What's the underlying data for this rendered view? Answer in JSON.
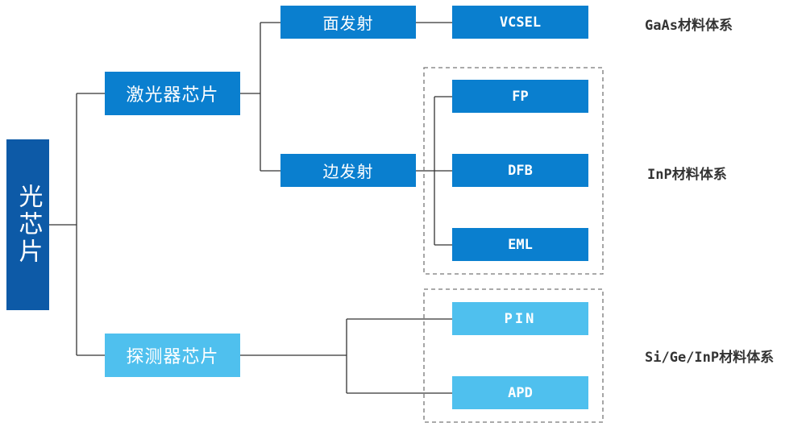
{
  "root": {
    "label": "光芯片"
  },
  "categories": {
    "laser": "激光器芯片",
    "detector": "探测器芯片"
  },
  "emission": {
    "surface": "面发射",
    "edge": "边发射"
  },
  "devices": {
    "vcsel": "VCSEL",
    "fp": "FP",
    "dfb": "DFB",
    "eml": "EML",
    "pin": "PIN",
    "apd": "APD"
  },
  "materials": {
    "gaas": "GaAs材料体系",
    "inp": "InP材料体系",
    "sigeinp": "Si/Ge/InP材料体系"
  },
  "colors": {
    "root": "#0d5aa7",
    "laser": "#0a7fcf",
    "detector": "#4fc0ee",
    "connector": "#333333",
    "group_border": "#777777"
  }
}
